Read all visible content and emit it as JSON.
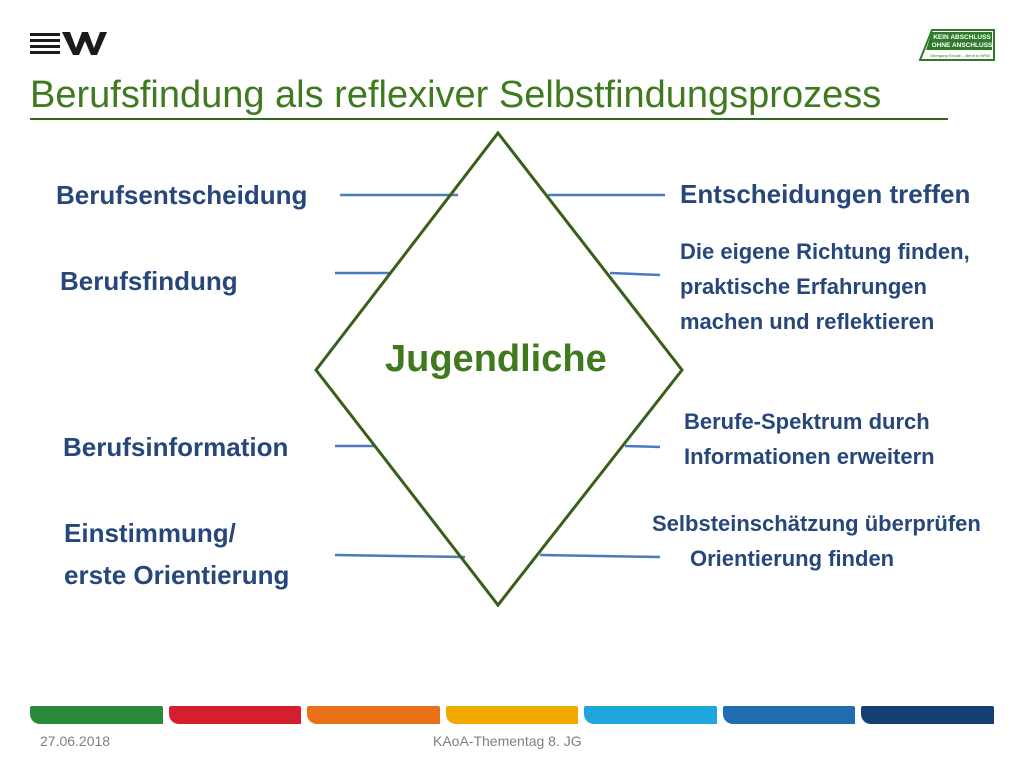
{
  "slide": {
    "title": "Berufsfindung als reflexiver Selbstfindungsprozess",
    "center": "Jugendliche"
  },
  "left_labels": [
    {
      "text": "Berufsentscheidung"
    },
    {
      "text": "Berufsfindung"
    },
    {
      "text": "Berufsinformation"
    },
    {
      "text": "Einstimmung/\nerste Orientierung"
    }
  ],
  "right_labels": [
    {
      "text": "Entscheidungen treffen"
    },
    {
      "text": "Die eigene Richtung finden,\npraktische Erfahrungen\nmachen und reflektieren"
    },
    {
      "text": "Berufe-Spektrum durch\nInformationen erweitern"
    },
    {
      "text": "Selbsteinschätzung überprüfen"
    },
    {
      "text": "Orientierung finden"
    }
  ],
  "logo_right": {
    "line1": "KEIN ABSCHLUSS",
    "line2": "OHNE ANSCHLUSS",
    "line3": "Übergang Schule – Beruf in NRW"
  },
  "footer": {
    "date": "27.06.2018",
    "event": "KAoA-Thementag 8. JG"
  },
  "colors": {
    "title": "#3f7a1f",
    "diamond": "#3a5f1a",
    "label": "#27477a",
    "connector": "#4a7bbf",
    "bars": [
      "#2a8a3a",
      "#d4202e",
      "#e8711a",
      "#f1a900",
      "#1ea7dd",
      "#1f6cb0",
      "#153f73"
    ]
  }
}
